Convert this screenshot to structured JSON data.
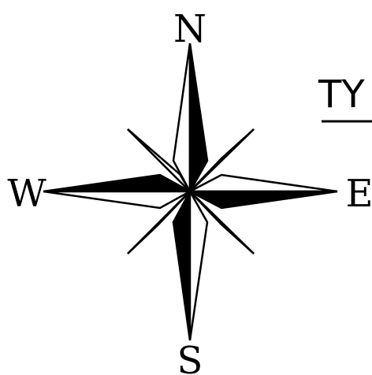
{
  "labels": {
    "north": "N",
    "south": "S",
    "west": "W",
    "east": "E",
    "cut_text": "TY"
  },
  "colors": {
    "ink": "#000000",
    "paper": "#ffffff"
  }
}
